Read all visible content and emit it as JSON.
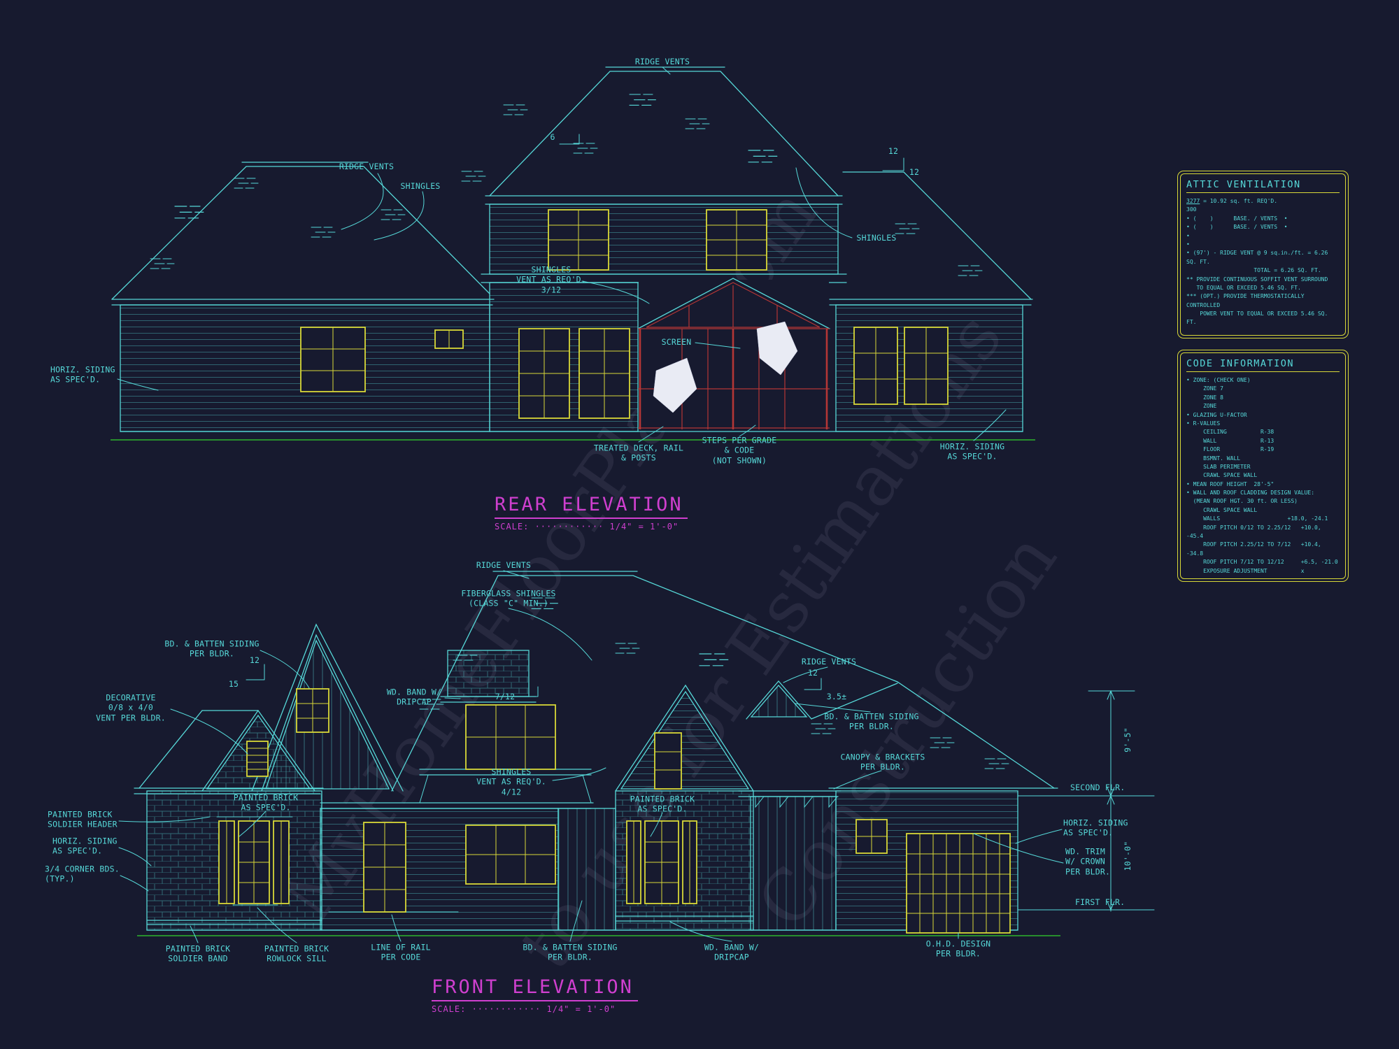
{
  "watermark": {
    "a": "MyHomeFloorPlans.com",
    "b": "to use for Estimations",
    "c": "Construction"
  },
  "rear": {
    "title": "REAR ELEVATION",
    "scale": "SCALE: ············ 1/4\" = 1'-0\"",
    "labels": {
      "ridge_vents_top": "RIDGE VENTS",
      "ridge_vents_left": "RIDGE VENTS",
      "shingles_left": "SHINGLES",
      "shingles_right": "SHINGLES",
      "shingles_vent": "SHINGLES\nVENT AS REQ'D.\n3/12",
      "pitch6": "6",
      "pitch12a": "12",
      "pitch12b": "12",
      "horiz_siding_left": "HORIZ. SIDING\nAS SPEC'D.",
      "screen": "SCREEN",
      "treated_deck": "TREATED DECK, RAIL\n& POSTS",
      "steps": "STEPS PER GRADE\n& CODE\n(NOT SHOWN)",
      "horiz_siding_right": "HORIZ. SIDING\nAS SPEC'D."
    }
  },
  "front": {
    "title": "FRONT ELEVATION",
    "scale": "SCALE: ············ 1/4\" = 1'-0\"",
    "labels": {
      "ridge_vents_top": "RIDGE VENTS",
      "fiberglass": "FIBERGLASS SHINGLES\n(CLASS \"C\" MIN.)",
      "bd_batten_left": "BD. & BATTEN SIDING\nPER BLDR.",
      "pitch12l": "12",
      "pitch15": "15",
      "decorative_vent": "DECORATIVE\n0/8 x 4/0\nVENT PER BLDR.",
      "wd_band_upper": "WD. BAND W/\nDRIPCAP",
      "pitch712": "7/12",
      "ridge_vents_right": "RIDGE VENTS",
      "pitch12r": "12",
      "pitch35": "3.5±",
      "bd_batten_right": "BD. & BATTEN SIDING\nPER BLDR.",
      "shingles_vent": "SHINGLES\nVENT AS REQ'D.\n4/12",
      "canopy": "CANOPY & BRACKETS\nPER BLDR.",
      "painted_brick_left": "PAINTED BRICK\nAS SPEC'D.",
      "painted_brick_right": "PAINTED BRICK\nAS SPEC'D.",
      "soldier_header": "PAINTED BRICK\nSOLDIER HEADER",
      "horiz_siding_left": "HORIZ. SIDING\nAS SPEC'D.",
      "corner_bds": "3/4 CORNER BDS.\n(TYP.)",
      "second_flr": "SECOND FLR.",
      "horiz_siding_right": "HORIZ. SIDING\nAS SPEC'D.",
      "wd_trim": "WD. TRIM\nW/ CROWN\nPER BLDR.",
      "first_flr": "FIRST FLR.",
      "soldier_band": "PAINTED BRICK\nSOLDIER BAND",
      "rowlock": "PAINTED BRICK\nROWLOCK SILL",
      "line_of_rail": "LINE OF RAIL\nPER CODE",
      "bd_batten_bottom": "BD. & BATTEN SIDING\nPER BLDR.",
      "wd_band_bottom": "WD. BAND W/\nDRIPCAP",
      "ohd": "O.H.D. DESIGN\nPER BLDR.",
      "dim_upper": "9'-5\"",
      "dim_lower": "10'-0\""
    }
  },
  "attic": {
    "title": "ATTIC VENTILATION",
    "eq_num": "3277",
    "eq_den": "300",
    "eq_res": "= 10.92 sq. ft. REQ'D.",
    "lines": [
      "• (    )      BASE. / VENTS  •",
      "• (    )      BASE. / VENTS  •",
      "•",
      "•",
      "• (97') - RIDGE VENT @ 9 sq.in./ft. = 6.26 SQ. FT.",
      "                    TOTAL = 6.26 SQ. FT.",
      "** PROVIDE CONTINUOUS SOFFIT VENT SURROUND\n   TO EQUAL OR EXCEED 5.46 SQ. FT.",
      "*** (OPT.) PROVIDE THERMOSTATICALLY CONTROLLED\n    POWER VENT TO EQUAL OR EXCEED 5.46 SQ. FT."
    ]
  },
  "code": {
    "title": "CODE INFORMATION",
    "lines": [
      "• ZONE: (CHECK ONE)",
      "     ZONE 7",
      "     ZONE 8",
      "     ZONE",
      "• GLAZING U-FACTOR",
      "• R-VALUES",
      "     CEILING          R-38",
      "     WALL             R-13",
      "     FLOOR            R-19",
      "     BSMNT. WALL",
      "     SLAB PERIMETER",
      "     CRAWL SPACE WALL",
      "• MEAN ROOF HEIGHT  28'-5\"",
      "• WALL AND ROOF CLADDING DESIGN VALUE:",
      "  (MEAN ROOF HGT. 30 ft. OR LESS)",
      "     CRAWL SPACE WALL",
      "     WALLS                    +18.0, -24.1",
      "     ROOF PITCH 0/12 TO 2.25/12   +10.0, -45.4",
      "     ROOF PITCH 2.25/12 TO 7/12   +10.4, -34.8",
      "     ROOF PITCH 7/12 TO 12/12     +6.5, -21.0",
      "     EXPOSURE ADJUSTMENT          x"
    ]
  }
}
